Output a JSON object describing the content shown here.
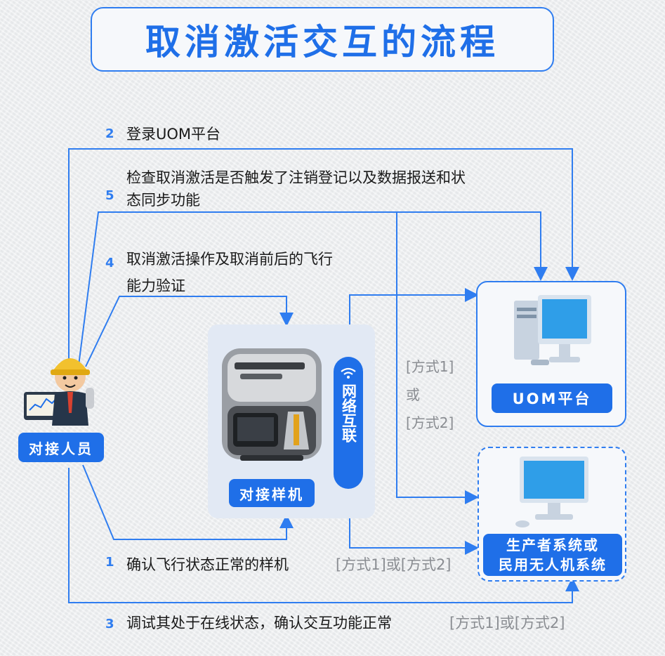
{
  "title": "取消激活交互的流程",
  "steps": {
    "s1": {
      "num": "1",
      "text": "确认飞行状态正常的样机",
      "suffix": "[方式1]或[方式2]"
    },
    "s2": {
      "num": "2",
      "text": "登录UOM平台"
    },
    "s3": {
      "num": "3",
      "text": "调试其处于在线状态，确认交互功能正常",
      "suffix": "[方式1]或[方式2]"
    },
    "s4": {
      "num": "4",
      "line1": "取消激活操作及取消前后的飞行",
      "line2": "能力验证"
    },
    "s5": {
      "num": "5",
      "line1": "检查取消激活是否触发了注销登记以及数据报送和状",
      "line2": "态同步功能"
    }
  },
  "nodes": {
    "operator": "对接人员",
    "sample": "对接样机",
    "network": "网络互联",
    "uom": "UOM平台",
    "system_line1": "生产者系统或",
    "system_line2": "民用无人机系统"
  },
  "modes": {
    "m1": "[方式1]",
    "or": "或",
    "m2": "[方式2]"
  },
  "icons": [
    "engineer-avatar-icon",
    "drone-case-image",
    "wifi-icon",
    "server-computer-icon",
    "desktop-monitor-icon"
  ],
  "colors": {
    "accent": "#1f6fe8",
    "line": "#2f7df0",
    "gray_text": "#8a8d92"
  }
}
